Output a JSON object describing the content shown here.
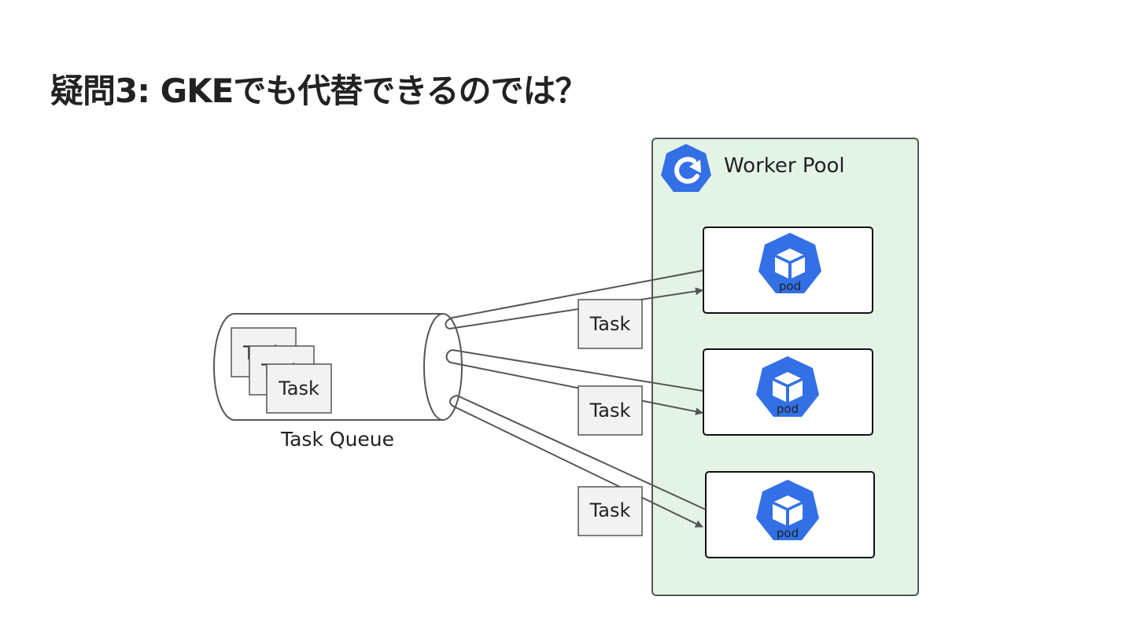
{
  "slide": {
    "title": "疑問3: GKEでも代替できるのでは？"
  },
  "worker_pool": {
    "label": "Worker Pool",
    "icon": "kubernetes-rotate-icon",
    "pod_label": "pod",
    "pod_icon": "kubernetes-pod-icon"
  },
  "queue": {
    "label": "Task Queue",
    "stacked_tasks": [
      "Task",
      "Task",
      "Task"
    ]
  },
  "task_label": "Task",
  "colors": {
    "k8s_blue": "#3370e6",
    "pool_fill": "#e3f4e7",
    "pool_border": "#555555",
    "task_fill": "#f2f2f2",
    "line": "#555555"
  }
}
